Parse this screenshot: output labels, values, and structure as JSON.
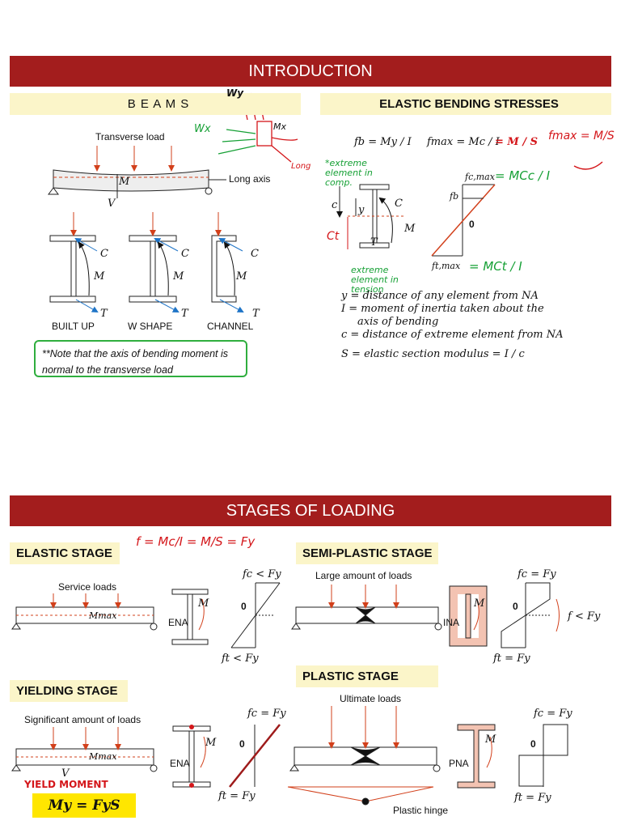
{
  "section1": {
    "title": "INTRODUCTION",
    "beams_header": "B E A M S",
    "elastic_header": "ELASTIC BENDING STRESSES",
    "transverse_load": "Transverse load",
    "long_axis": "Long axis",
    "beam_M": "M",
    "beam_V": "V",
    "sections": [
      {
        "caption": "BUILT UP",
        "C": "C",
        "M": "M",
        "T": "T"
      },
      {
        "caption": "W SHAPE",
        "C": "C",
        "M": "M",
        "T": "T"
      },
      {
        "caption": "CHANNEL",
        "C": "C",
        "M": "M",
        "T": "T"
      }
    ],
    "note": "**Note that the axis of bending moment is normal to the transverse load",
    "handwritten": {
      "wy": "Wy",
      "wx": "Wx",
      "mx": "Mx",
      "long": "Long",
      "fmax_note": "fmax = M/S",
      "extreme_comp": "*extreme element in comp.",
      "extreme_tens": "extreme element in tension",
      "ct": "Ct",
      "mcc": "= MCc / I",
      "mct": "= MCt / I"
    },
    "formulas": {
      "fb": "fb = My / I",
      "fmax": "fmax = Mc / I",
      "m_over_s": "= M / S"
    },
    "stress_labels": {
      "fcmax": "fc,max",
      "fb": "fb",
      "zero": "0",
      "ftmax": "ft,max",
      "c": "c",
      "y": "y",
      "M": "M",
      "C": "C",
      "T": "T"
    },
    "definitions": [
      "y = distance of any element from NA",
      "I = moment of inertia taken about the",
      "axis of bending",
      "c = distance of extreme element from NA",
      "S = elastic section modulus = I / c"
    ]
  },
  "section2": {
    "title": "STAGES OF LOADING",
    "elastic": {
      "header": "ELASTIC STAGE",
      "load": "Service loads",
      "mmax": "Mmax",
      "axis": "ENA",
      "M": "M",
      "fc": "fc < Fy",
      "ft": "ft < Fy",
      "zero": "0",
      "hand": "f = Mc/I = M/S = Fy"
    },
    "semi": {
      "header": "SEMI-PLASTIC STAGE",
      "load": "Large amount of loads",
      "axis": "INA",
      "M": "M",
      "fc": "fc = Fy",
      "ft": "ft = Fy",
      "f_lt": "f < Fy",
      "zero": "0"
    },
    "yielding": {
      "header": "YIELDING STAGE",
      "load": "Significant amount of loads",
      "mmax": "Mmax",
      "V": "V",
      "axis": "ENA",
      "M": "M",
      "fc": "fc = Fy",
      "ft": "ft = Fy",
      "zero": "0",
      "hand": "YIELD MOMENT",
      "my": "My = FyS"
    },
    "plastic": {
      "header": "PLASTIC STAGE",
      "load": "Ultimate loads",
      "axis": "PNA",
      "M": "M",
      "fc": "fc = Fy",
      "ft": "ft = Fy",
      "zero": "0",
      "hinge": "Plastic hinge"
    }
  },
  "colors": {
    "banner": "#a31d1d",
    "subheader": "#fbf5c9",
    "load_arrow": "#d2401b",
    "moment_arrow": "#1e74c7",
    "handwriting_red": "#d4161a",
    "handwriting_green": "#16a035",
    "plastic_fill": "#f3c3b2",
    "highlight": "#ffe600"
  }
}
